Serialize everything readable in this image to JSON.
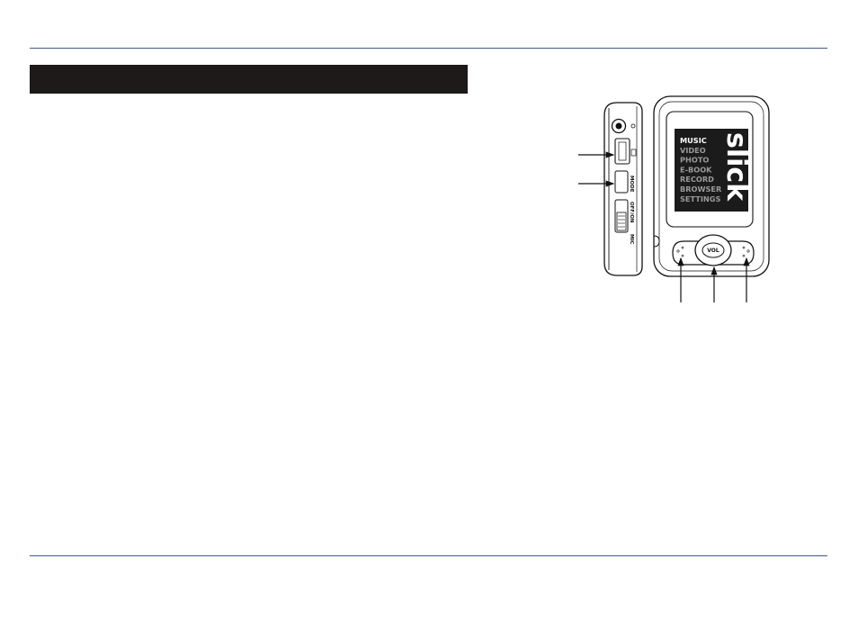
{
  "device": {
    "brand_logo": "slick",
    "menu_items": [
      "MUSIC",
      "VIDEO",
      "PHOTO",
      "E-BOOK",
      "RECORD",
      "BROWSER",
      "SETTINGS"
    ],
    "selected_menu_index": 0,
    "vol_button_label": "VOL",
    "side_labels": {
      "mode": "MODE",
      "power": "OFF/ON",
      "mic": "MIC"
    }
  },
  "colors": {
    "rule": "#3b55b3",
    "header_bar": "#1e1a1a",
    "screen": "#1b1b1b",
    "menu_selected": "#ffffff",
    "menu_normal": "#9a9a9a"
  }
}
